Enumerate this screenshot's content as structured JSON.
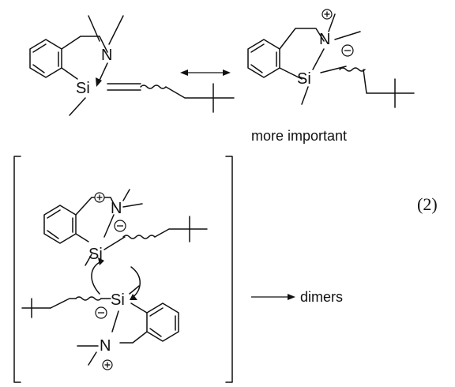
{
  "labels": {
    "more_important": "more important",
    "equation_number": "(2)",
    "product": "dimers"
  },
  "atoms": {
    "nitrogen": "N",
    "silicon": "Si"
  }
}
